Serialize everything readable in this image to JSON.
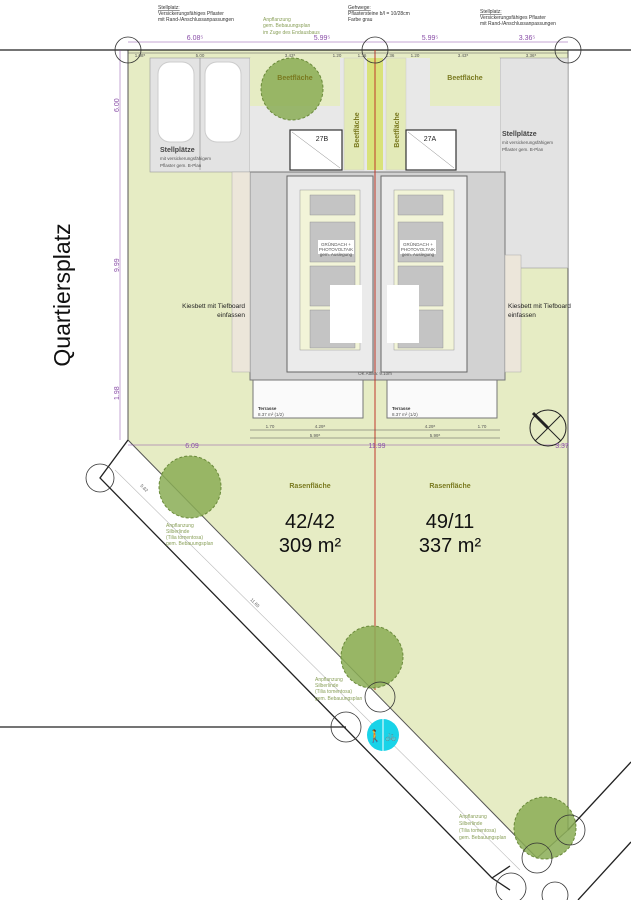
{
  "plan": {
    "square_label": "Quartiersplatz",
    "notes": {
      "parking_left": [
        "Stellplatz:",
        "Versickerungsfähiges Pflaster",
        "mit Rand-/Anschlussanpassungen"
      ],
      "planting_top": [
        "Anpflanzung",
        "gem. Bebauungsplan",
        "im Zuge des Endausbaus"
      ],
      "walkway": [
        "Gehwege:",
        "Pflastersteine b/l = 10/28cm",
        "Farbe grau"
      ],
      "parking_right": [
        "Stellplatz:",
        "Versickerungsfähiges Pflaster",
        "mit Rand-/Anschlussanpassungen"
      ]
    },
    "top_dims": [
      "6.08⁵",
      "5.99⁵",
      "5.99⁵",
      "3.36⁵"
    ],
    "sub_dims": [
      "1.08⁵",
      "5.00",
      "3.43⁵",
      "1.20",
      "1.36",
      "1.36",
      "1.20",
      "3.43⁵",
      "3.36⁵"
    ],
    "left_dims": [
      "6.00",
      "9.99",
      "1.98"
    ],
    "beet_label": "Beetfläche",
    "stellplaetze": {
      "title": "Stellplätze",
      "sub1": "mit versickerungsfähigem",
      "sub2": "Pflaster gem. B-Plan"
    },
    "units": [
      "27B",
      "27A"
    ],
    "roof": [
      "GRÜNDACH +",
      "PHOTOVOLTAIK",
      "gem. Auslegung"
    ],
    "kiesbett": [
      "Kiesbett mit Tiefboard",
      "einfassen"
    ],
    "attika": "OK Attika: 9.10m",
    "terrace": {
      "label": "Terrasse",
      "area": "8.37 m² (1/2)"
    },
    "bottom_dims": [
      "1.70",
      "4.29⁵",
      "4.29⁵",
      "1.70",
      "5.99⁵",
      "5.99⁵"
    ],
    "total_dims": [
      "6.09",
      "11.99",
      "3.37"
    ],
    "lots": [
      {
        "label": "Rasenfläche",
        "number": "42/42",
        "area": "309 m²"
      },
      {
        "label": "Rasenfläche",
        "number": "49/11",
        "area": "337 m²"
      }
    ],
    "tree_note": [
      "Anpflanzung",
      "Silberlinde",
      "(Tilia tomentosa)",
      "gem. Bebauungsplan"
    ],
    "street_dims": [
      "5.62",
      "11.65"
    ]
  },
  "colors": {
    "lawn": "#e6ecc4",
    "tree": "#8aad55",
    "paving": "#e3e3e3",
    "property_line": "#c0392b",
    "sign": "#19d3e8",
    "dim": "#8a4fa8"
  }
}
